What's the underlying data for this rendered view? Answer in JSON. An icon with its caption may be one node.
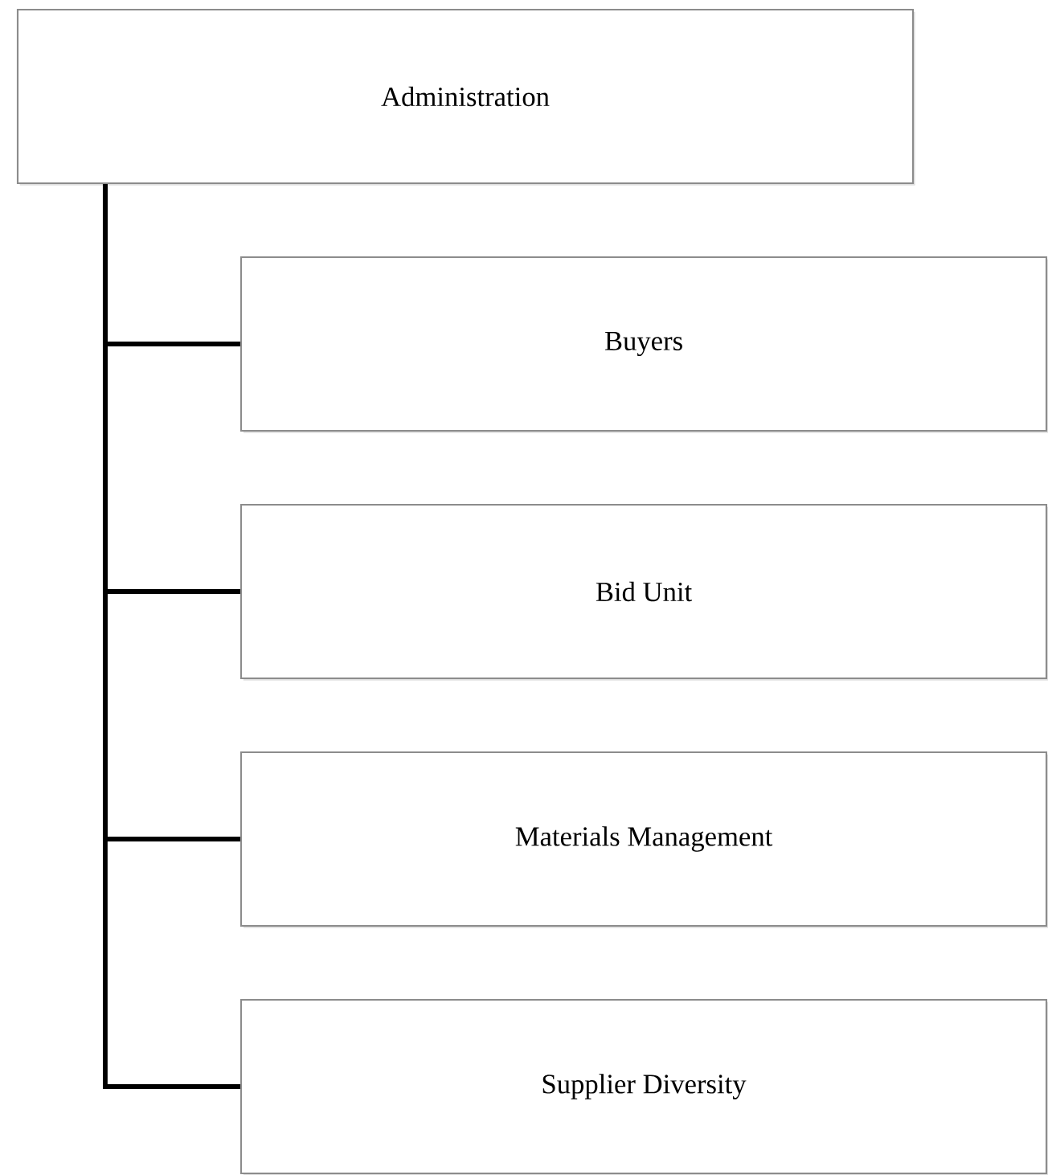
{
  "diagram": {
    "nodes": [
      {
        "text": [
          "Administration"
        ]
      },
      {
        "text": [
          "Buyers"
        ]
      },
      {
        "text": [
          "Bid Unit"
        ]
      },
      {
        "text": [
          "Materials Management"
        ]
      },
      {
        "text": [
          "Supplier Diversity"
        ]
      }
    ],
    "edges": [
      {
        "from": 0,
        "to": 1,
        "arrow": "none"
      },
      {
        "from": 0,
        "to": 2,
        "arrow": "none"
      },
      {
        "from": 0,
        "to": 3,
        "arrow": "none"
      },
      {
        "from": 0,
        "to": 4,
        "arrow": "none"
      }
    ]
  }
}
